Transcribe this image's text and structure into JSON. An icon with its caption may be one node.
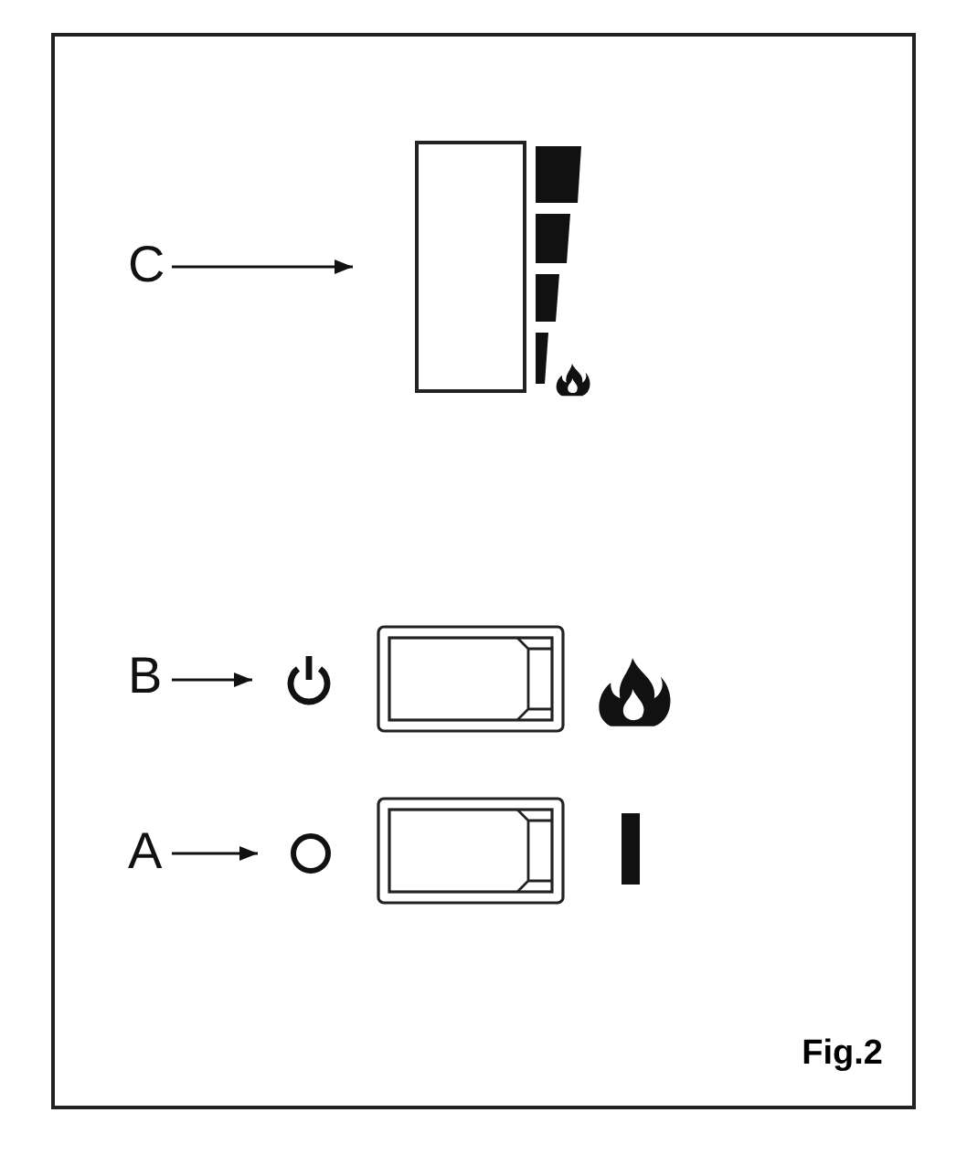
{
  "diagram": {
    "caption": "Fig.2",
    "nodes": [
      {
        "text": [
          "C"
        ]
      },
      {
        "text": [],
        "shape": "box"
      },
      {
        "text": [
          "B"
        ]
      },
      {
        "text": [],
        "shape": "icon"
      },
      {
        "text": [
          "A"
        ]
      },
      {
        "text": [],
        "shape": "circle"
      }
    ],
    "edges": [
      {
        "from": 0,
        "to": 1,
        "arrow": "to"
      },
      {
        "from": 2,
        "to": 3,
        "arrow": "to"
      },
      {
        "from": 4,
        "to": 5,
        "arrow": "to"
      }
    ]
  }
}
